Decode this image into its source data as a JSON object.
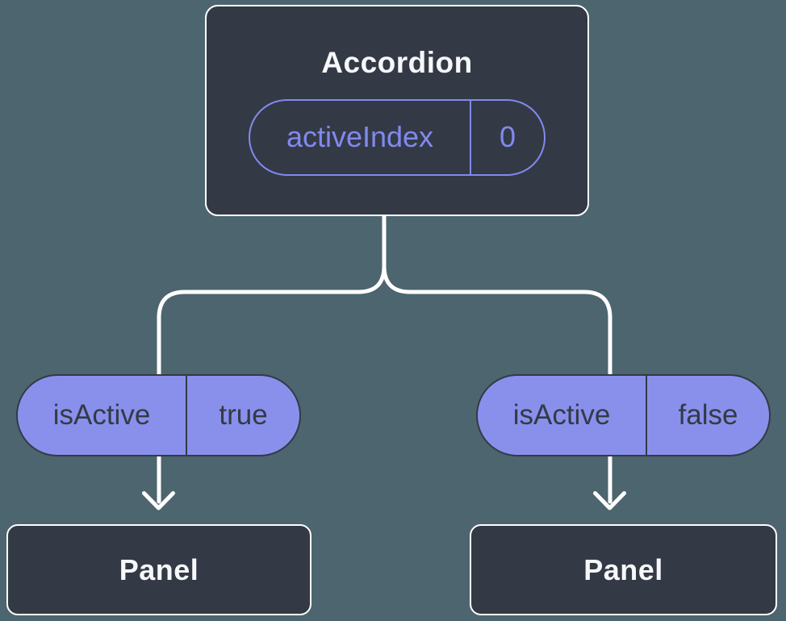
{
  "diagram": {
    "root": {
      "title": "Accordion",
      "state": {
        "name": "activeIndex",
        "value": "0"
      }
    },
    "children": [
      {
        "prop": {
          "name": "isActive",
          "value": "true"
        },
        "panel_title": "Panel"
      },
      {
        "prop": {
          "name": "isActive",
          "value": "false"
        },
        "panel_title": "Panel"
      }
    ]
  },
  "colors": {
    "bg": "#4c656f",
    "dark": "#333a46",
    "purple": "#8990ec",
    "accent": "#8289ef",
    "line": "#ffffff",
    "text-light": "#f6f7f9",
    "text-dark": "#333a46"
  }
}
